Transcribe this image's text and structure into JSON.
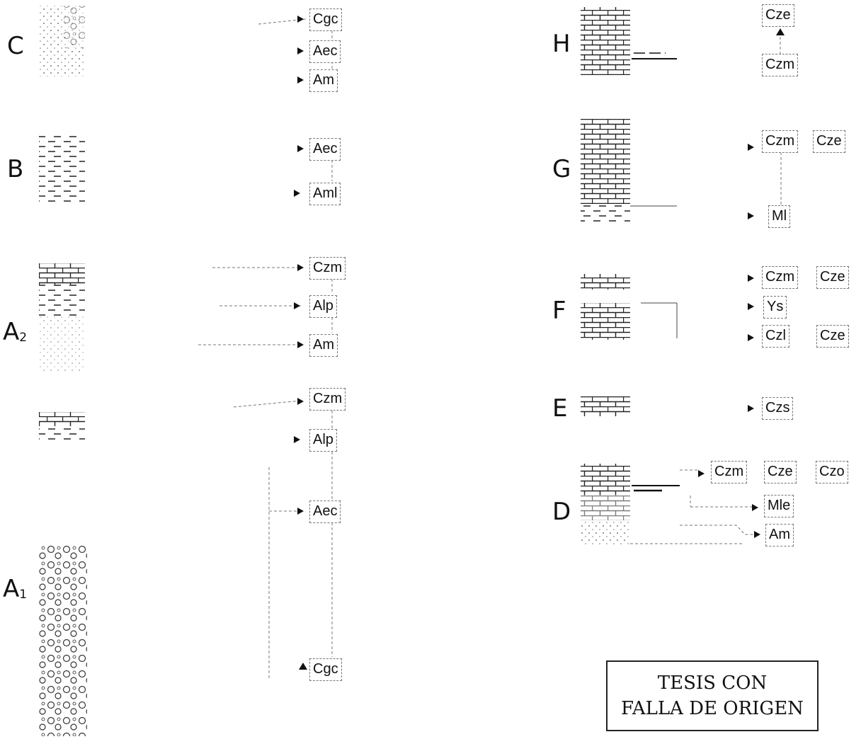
{
  "sections": {
    "C": {
      "label": "C",
      "units": [
        "Cgc",
        "Aec",
        "Am"
      ]
    },
    "B": {
      "label": "B",
      "units": [
        "Aec",
        "Aml"
      ]
    },
    "A2": {
      "label": "A",
      "sub": "2",
      "units": [
        "Czm",
        "Alp",
        "Am"
      ]
    },
    "A1": {
      "label": "A",
      "sub": "1",
      "units": [
        "Czm",
        "Alp",
        "Aec",
        "Cgc"
      ]
    },
    "H": {
      "label": "H",
      "units": [
        "Cze",
        "Czm"
      ]
    },
    "G": {
      "label": "G",
      "units": [
        "Czm",
        "Cze",
        "Ml"
      ]
    },
    "F": {
      "label": "F",
      "units": [
        "Czm",
        "Cze",
        "Ys",
        "Czl",
        "Cze"
      ]
    },
    "E": {
      "label": "E",
      "units": [
        "Czs"
      ]
    },
    "D": {
      "label": "D",
      "units": [
        "Czm",
        "Cze",
        "Czo",
        "Mle",
        "Am"
      ]
    }
  },
  "stamp": {
    "line1": "TESIS CON",
    "line2": "FALLA DE ORIGEN"
  }
}
